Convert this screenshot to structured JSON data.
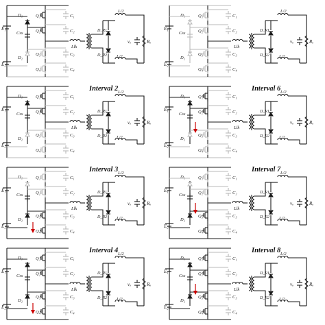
{
  "panels": [
    {
      "title": "",
      "active": "i1"
    },
    {
      "title": "",
      "active": "i5"
    },
    {
      "title": "Interval 2",
      "active": "i2"
    },
    {
      "title": "Interval 6",
      "active": "i6"
    },
    {
      "title": "Interval 3",
      "active": "i3"
    },
    {
      "title": "Interval 7",
      "active": "i7"
    },
    {
      "title": "Interval 4",
      "active": "i4"
    },
    {
      "title": "Interval 8",
      "active": "i8"
    }
  ],
  "labels": {
    "q1": "Q₁",
    "q2": "Q₂",
    "q3": "Q₃",
    "q4": "Q₄",
    "d1": "D₁",
    "d2": "D₂",
    "css": "Css",
    "c1": "C₁",
    "c2": "C₂",
    "c3": "C₃",
    "c4": "C₄",
    "llk": "Llk",
    "e1": "E₁",
    "e2": "E₂",
    "dr1": "D_R1",
    "dr2": "D_R2",
    "lhalf": "L/2",
    "vo": "vₒ",
    "ro": "Rₒ"
  },
  "colors": {
    "active": "#1a1a1a",
    "inactive": "#b8b8b8",
    "arrow": "#cc0000"
  }
}
